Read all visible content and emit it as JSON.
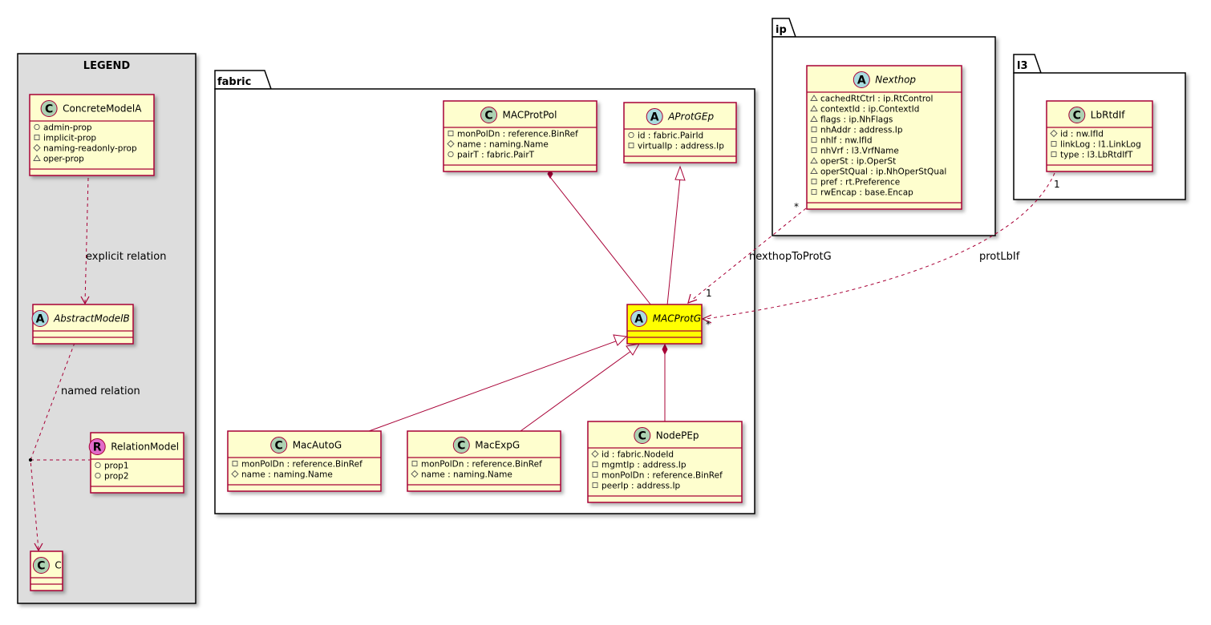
{
  "legend": {
    "title": "LEGEND",
    "concrete": {
      "badge": "C",
      "name": "ConcreteModelA",
      "attrs": [
        {
          "vis": "+",
          "text": "admin-prop"
        },
        {
          "vis": "-",
          "text": "implicit-prop"
        },
        {
          "vis": "#",
          "text": "naming-readonly-prop"
        },
        {
          "vis": "~",
          "text": "oper-prop"
        }
      ]
    },
    "abstract": {
      "badge": "A",
      "name": "AbstractModelB"
    },
    "relation_model": {
      "badge": "R",
      "name": "RelationModel",
      "attrs": [
        {
          "vis": "+",
          "text": "prop1"
        },
        {
          "vis": "+",
          "text": "prop2"
        }
      ]
    },
    "c": {
      "badge": "C",
      "name": "C"
    },
    "explicit_label": "explicit relation",
    "named_label": "named relation"
  },
  "packages": {
    "fabric": "fabric",
    "ip": "ip",
    "l3": "l3"
  },
  "classes": {
    "macprotpol": {
      "badge": "C",
      "name": "MACProtPol",
      "attrs": [
        {
          "vis": "-",
          "text": "monPolDn : reference.BinRef"
        },
        {
          "vis": "#",
          "text": "name : naming.Name"
        },
        {
          "vis": "+",
          "text": "pairT : fabric.PairT"
        }
      ]
    },
    "aprotgep": {
      "badge": "A",
      "name": "AProtGEp",
      "attrs": [
        {
          "vis": "+",
          "text": "id : fabric.PairId"
        },
        {
          "vis": "-",
          "text": "virtualIp : address.Ip"
        }
      ]
    },
    "macprotg": {
      "badge": "A",
      "name": "MACProtG",
      "attrs": []
    },
    "macautog": {
      "badge": "C",
      "name": "MacAutoG",
      "attrs": [
        {
          "vis": "-",
          "text": "monPolDn : reference.BinRef"
        },
        {
          "vis": "#",
          "text": "name : naming.Name"
        }
      ]
    },
    "macexpg": {
      "badge": "C",
      "name": "MacExpG",
      "attrs": [
        {
          "vis": "-",
          "text": "monPolDn : reference.BinRef"
        },
        {
          "vis": "#",
          "text": "name : naming.Name"
        }
      ]
    },
    "nodepep": {
      "badge": "C",
      "name": "NodePEp",
      "attrs": [
        {
          "vis": "#",
          "text": "id : fabric.NodeId"
        },
        {
          "vis": "-",
          "text": "mgmtIp : address.Ip"
        },
        {
          "vis": "-",
          "text": "monPolDn : reference.BinRef"
        },
        {
          "vis": "-",
          "text": "peerIp : address.Ip"
        }
      ]
    },
    "nexthop": {
      "badge": "A",
      "name": "Nexthop",
      "attrs": [
        {
          "vis": "~",
          "text": "cachedRtCtrl : ip.RtControl"
        },
        {
          "vis": "~",
          "text": "contextId : ip.ContextId"
        },
        {
          "vis": "~",
          "text": "flags : ip.NhFlags"
        },
        {
          "vis": "-",
          "text": "nhAddr : address.Ip"
        },
        {
          "vis": "-",
          "text": "nhIf : nw.IfId"
        },
        {
          "vis": "-",
          "text": "nhVrf : l3.VrfName"
        },
        {
          "vis": "~",
          "text": "operSt : ip.OperSt"
        },
        {
          "vis": "~",
          "text": "operStQual : ip.NhOperStQual"
        },
        {
          "vis": "-",
          "text": "pref : rt.Preference"
        },
        {
          "vis": "-",
          "text": "rwEncap : base.Encap"
        }
      ]
    },
    "lbrtdif": {
      "badge": "C",
      "name": "LbRtdIf",
      "attrs": [
        {
          "vis": "#",
          "text": "id : nw.IfId"
        },
        {
          "vis": "-",
          "text": "linkLog : l1.LinkLog"
        },
        {
          "vis": "-",
          "text": "type : l3.LbRtdIfT"
        }
      ]
    }
  },
  "relations": {
    "nexthop_to_protg": {
      "label": "nexthopToProtG",
      "src_mult": "*",
      "dst_mult": "1"
    },
    "prot_lbif": {
      "label": "protLbIf",
      "src_mult": "1",
      "dst_mult": "*"
    }
  },
  "colors": {
    "class_fill": "#FEFECE",
    "class_border": "#A80036",
    "highlight_fill": "#FFFF00",
    "legend_fill": "#DDDDDD",
    "badge_class": "#ADD1B2",
    "badge_abstract": "#A9DCDF",
    "badge_relation": "#E06AC9",
    "package_border": "#000000"
  }
}
